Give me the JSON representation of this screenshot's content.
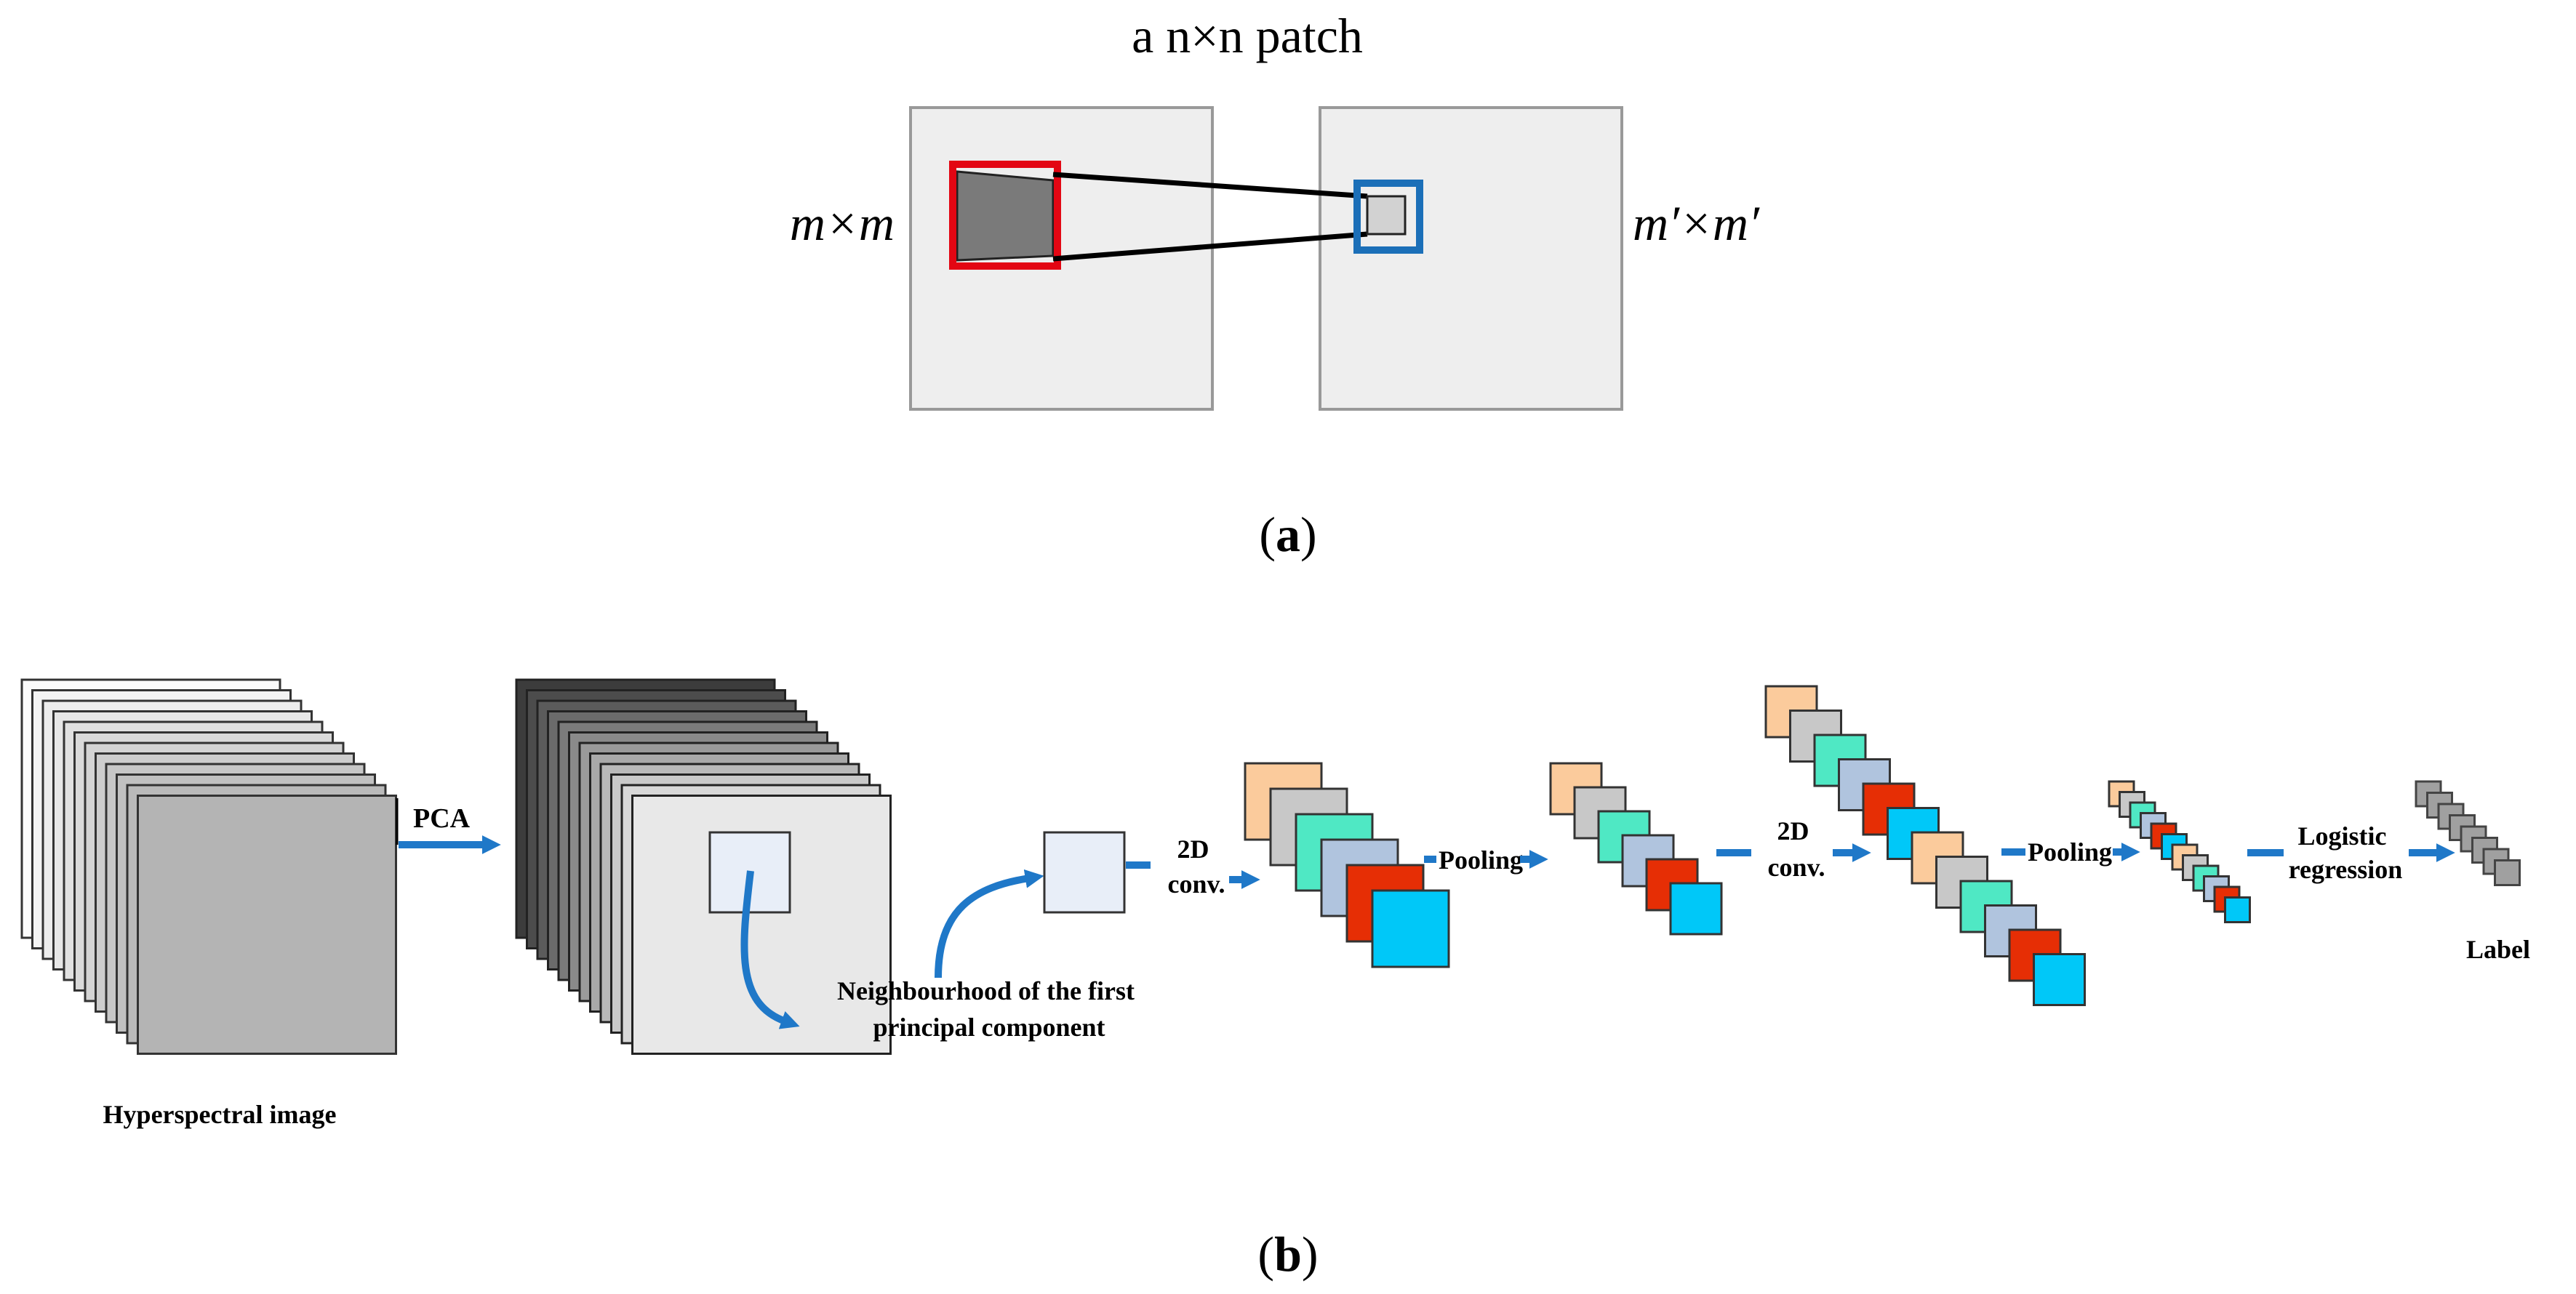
{
  "panel_a": {
    "title": "a n×n patch",
    "left_dim": "m×m",
    "right_dim": "m′×m′",
    "caption_letter": "a",
    "colors": {
      "input_box": "#e30613",
      "output_box": "#1b6fb8",
      "plane_fill": "#eeeeee",
      "patch_fill": "#7a7a7a",
      "out_fill": "#d2d2d2"
    }
  },
  "panel_b": {
    "hsi_label": "Hyperspectral image",
    "pca_label": "PCA",
    "neighbourhood_line1": "Neighbourhood of the first",
    "neighbourhood_line2": "principal component",
    "conv1_line1": "2D",
    "conv1_line2": "conv.",
    "pool1_label": "Pooling",
    "conv2_line1": "2D",
    "conv2_line2": "conv.",
    "pool2_label": "Pooling",
    "logistic_line1": "Logistic",
    "logistic_line2": "regression",
    "label_text": "Label",
    "caption_letter": "b",
    "colors": {
      "arrow": "#1f78c8",
      "fm_peach": "#fbcb9c",
      "fm_grey": "#c8c8c8",
      "fm_teal": "#4fe8c4",
      "fm_blue": "#b0c4de",
      "fm_red": "#e62e05",
      "fm_cyan": "#00c8f8",
      "label_grey": "#a0a0a0"
    }
  }
}
